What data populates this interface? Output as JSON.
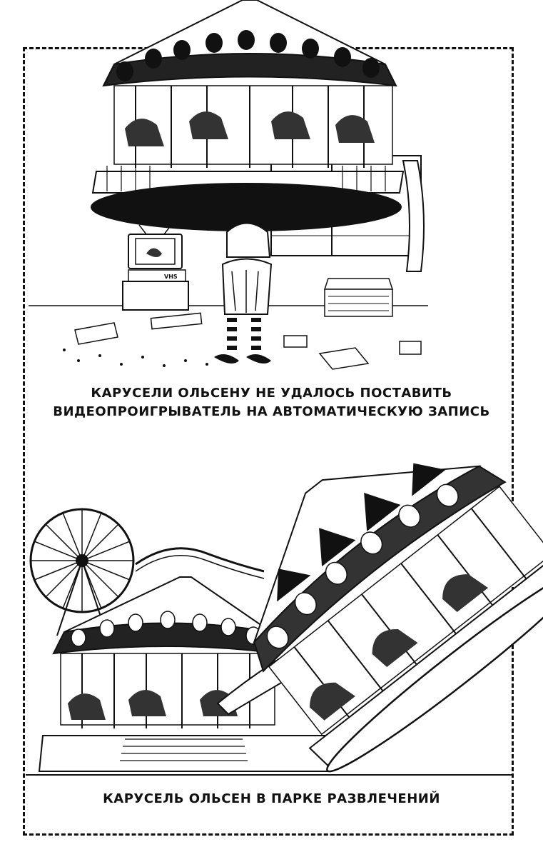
{
  "panels": {
    "top": {
      "caption_line1": "КАРУСЕЛИ ОЛЬСЕНУ НЕ УДАЛОСЬ ПОСТАВИТЬ",
      "caption_line2": "ВИДЕОПРОИГРЫВАТЕЛЬ НА АВТОМАТИЧЕСКУЮ ЗАПИСЬ",
      "vcr_label": "VHS"
    },
    "bottom": {
      "caption": "КАРУСЕЛЬ ОЛЬСЕН В ПАРКЕ РАЗВЛЕЧЕНИЙ"
    }
  },
  "colors": {
    "ink": "#111111",
    "paper": "#ffffff"
  }
}
